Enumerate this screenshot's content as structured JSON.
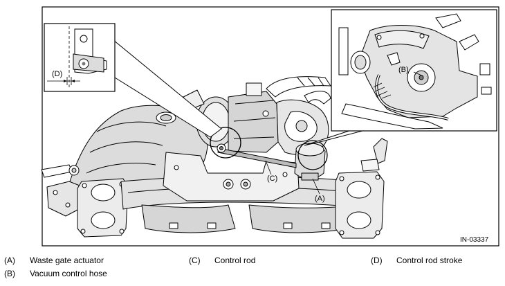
{
  "figure": {
    "id": "IN-03337",
    "callouts": {
      "a": "(A)",
      "b": "(B)",
      "c": "(C)",
      "d": "(D)"
    }
  },
  "legend": [
    {
      "key": "(A)",
      "text": "Waste gate actuator"
    },
    {
      "key": "(B)",
      "text": "Vacuum control hose"
    },
    {
      "key": "(C)",
      "text": "Control rod"
    },
    {
      "key": "(D)",
      "text": "Control rod stroke"
    }
  ]
}
